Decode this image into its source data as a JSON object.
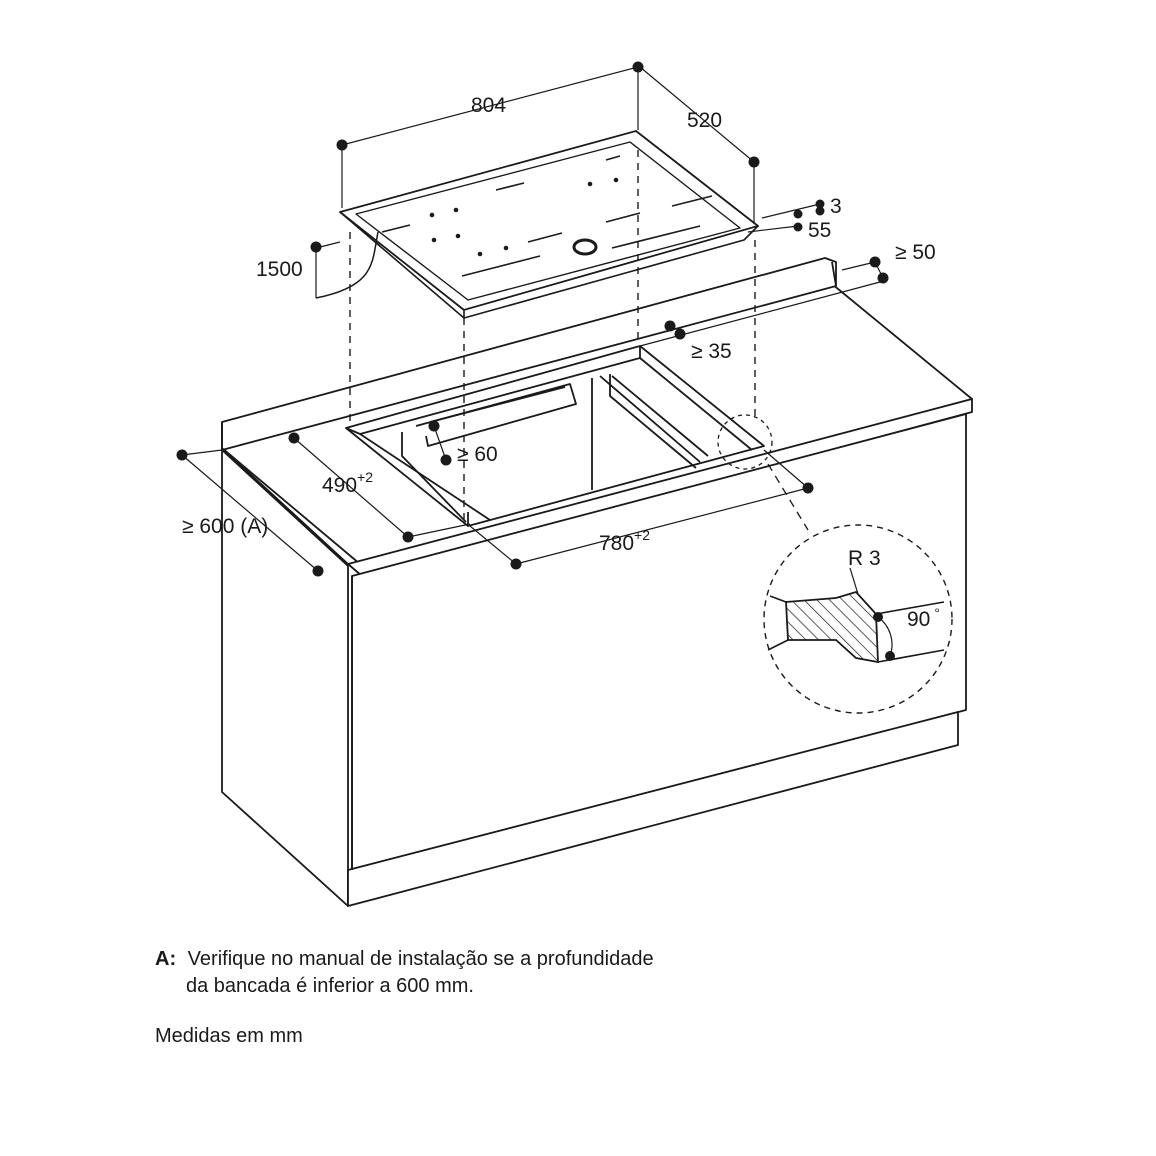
{
  "dimensions": {
    "width": "804",
    "depth": "520",
    "thickness": "3",
    "height": "55",
    "cable": "1500",
    "rear_gap": "≥ 50",
    "rear_clearance": "≥ 35",
    "front_clearance": "≥ 60",
    "cutout_depth": "490",
    "cutout_depth_tol": "+2",
    "cutout_width": "780",
    "cutout_width_tol": "+2",
    "worktop_depth": "≥ 600 (A)",
    "radius": "R 3",
    "angle": "90",
    "angle_unit": "°"
  },
  "notes": {
    "a_key": "A:",
    "a_line1": "Verifique no manual de instalação se a profundidade",
    "a_line2": "da bancada é inferior a 600 mm.",
    "units": "Medidas em mm"
  }
}
